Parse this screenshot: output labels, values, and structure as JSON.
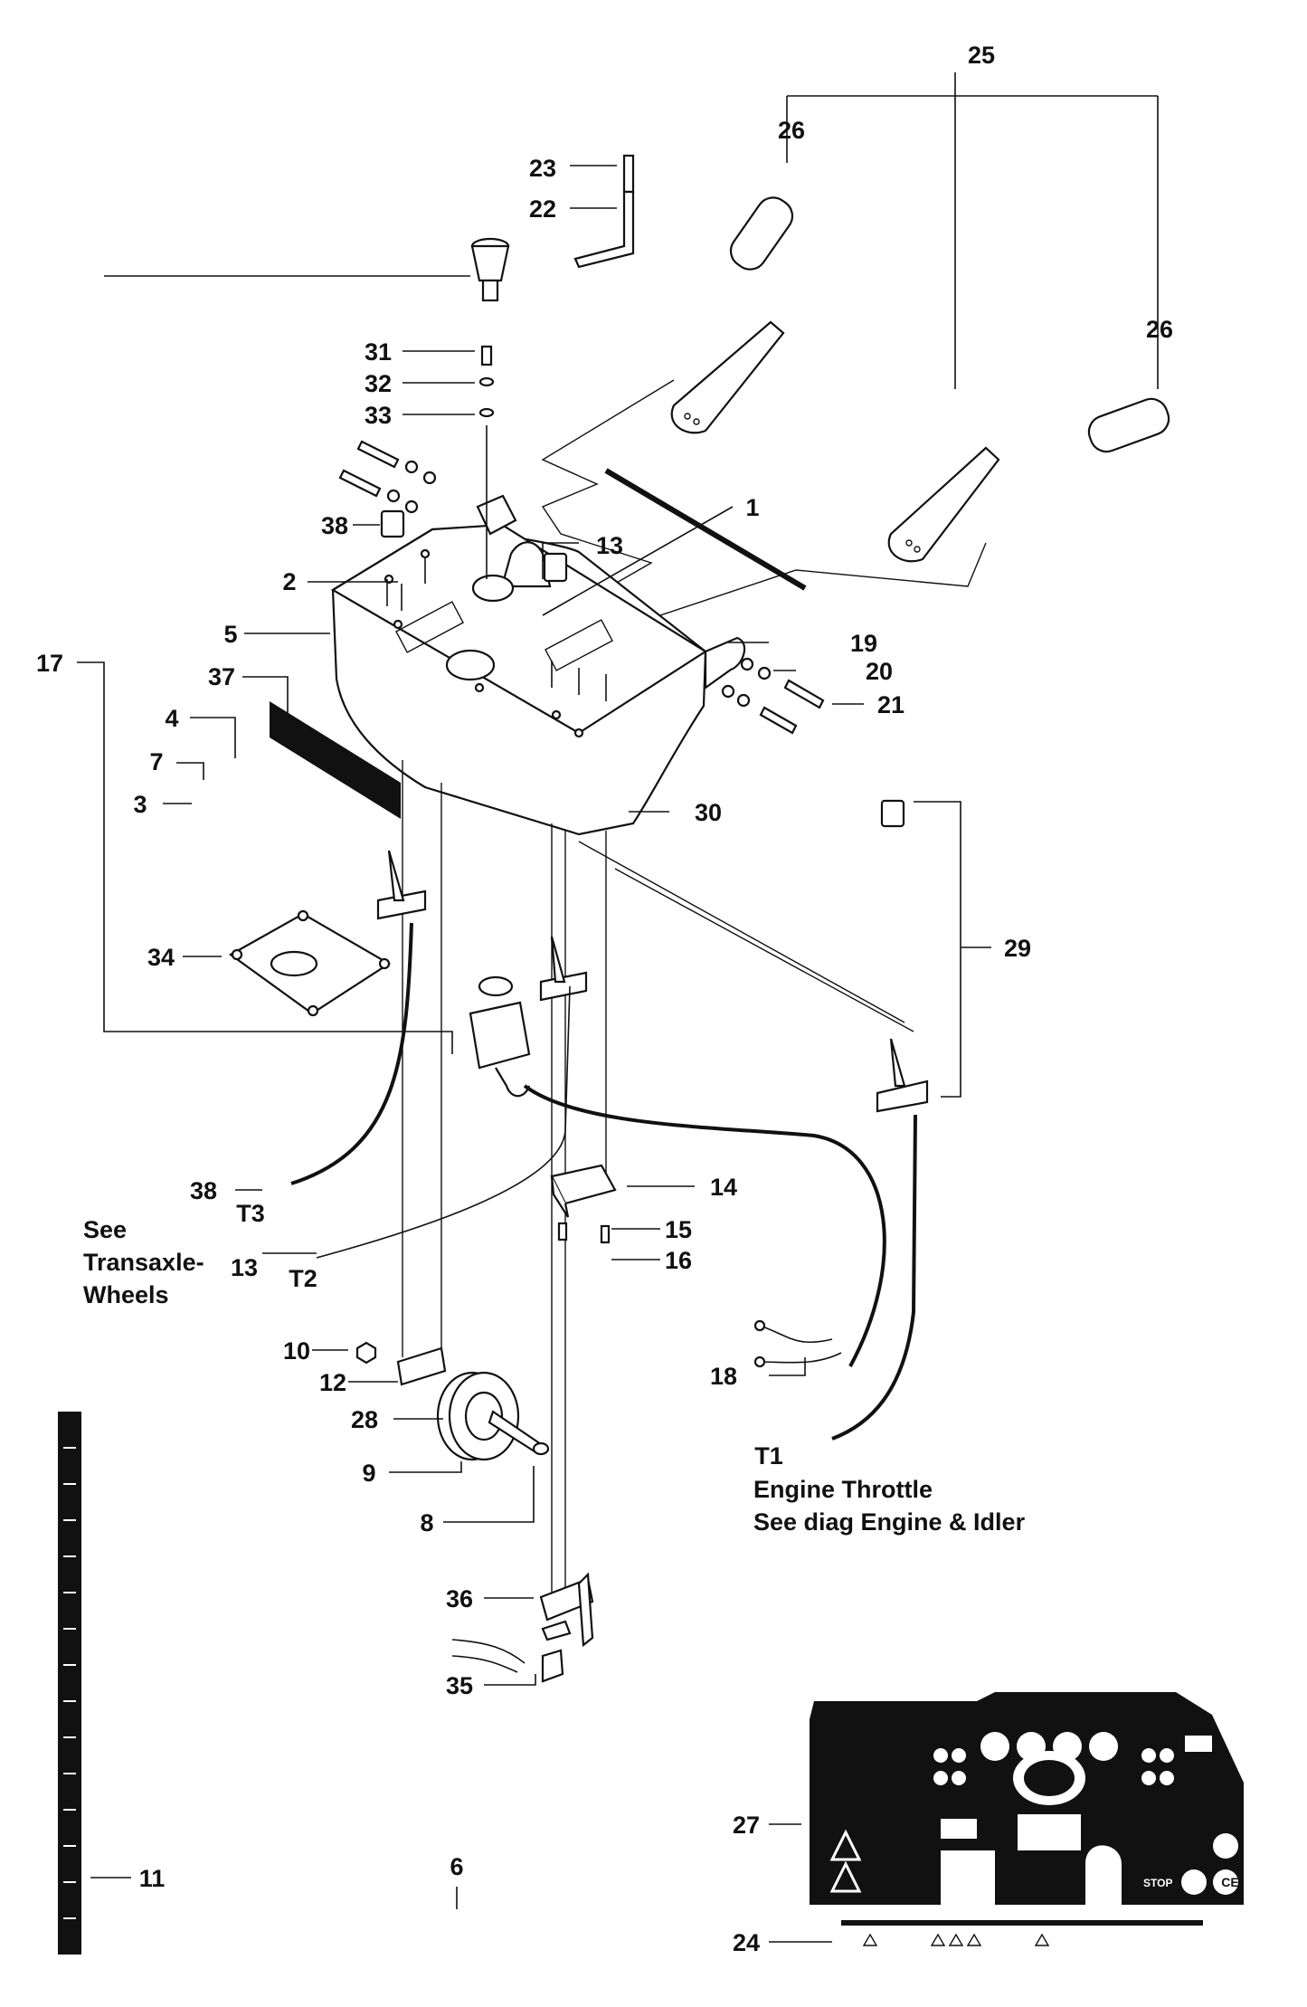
{
  "callouts": {
    "c1": "1",
    "c2": "2",
    "c3": "3",
    "c4": "4",
    "c5": "5",
    "c6": "6",
    "c7": "7",
    "c8": "8",
    "c9": "9",
    "c10": "10",
    "c11": "11",
    "c12": "12",
    "c13a": "13",
    "c13b": "13",
    "c14": "14",
    "c15": "15",
    "c16": "16",
    "c17": "17",
    "c18": "18",
    "c19": "19",
    "c20": "20",
    "c21": "21",
    "c22": "22",
    "c23": "23",
    "c24": "24",
    "c25": "25",
    "c26a": "26",
    "c26b": "26",
    "c27": "27",
    "c28": "28",
    "c29": "29",
    "c30": "30",
    "c31": "31",
    "c32": "32",
    "c33": "33",
    "c34": "34",
    "c35": "35",
    "c36": "36",
    "c37": "37",
    "c38a": "38",
    "c38b": "38"
  },
  "terminals": {
    "t1": "T1",
    "t2": "T2",
    "t3": "T3"
  },
  "notes": {
    "see": "See",
    "transaxle": "Transaxle-",
    "wheels": "Wheels",
    "engine_throttle": "Engine Throttle",
    "see_diag": "See diag Engine & Idler"
  },
  "decal_27": {
    "stop_label": "STOP",
    "ce_label": "CE"
  }
}
